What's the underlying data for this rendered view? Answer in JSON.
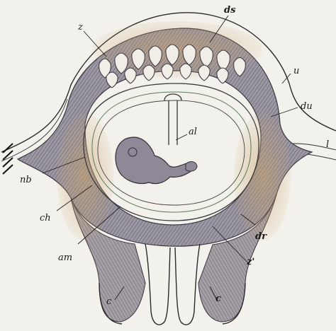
{
  "figure": {
    "labels": {
      "ds": "ds",
      "z": "z",
      "u": "u",
      "du": "du",
      "al": "al",
      "l": "l",
      "nb": "nb",
      "ch": "ch",
      "am": "am",
      "dr": "dr",
      "z_prime": "z'",
      "c_left": "c",
      "c_right": "c"
    }
  }
}
